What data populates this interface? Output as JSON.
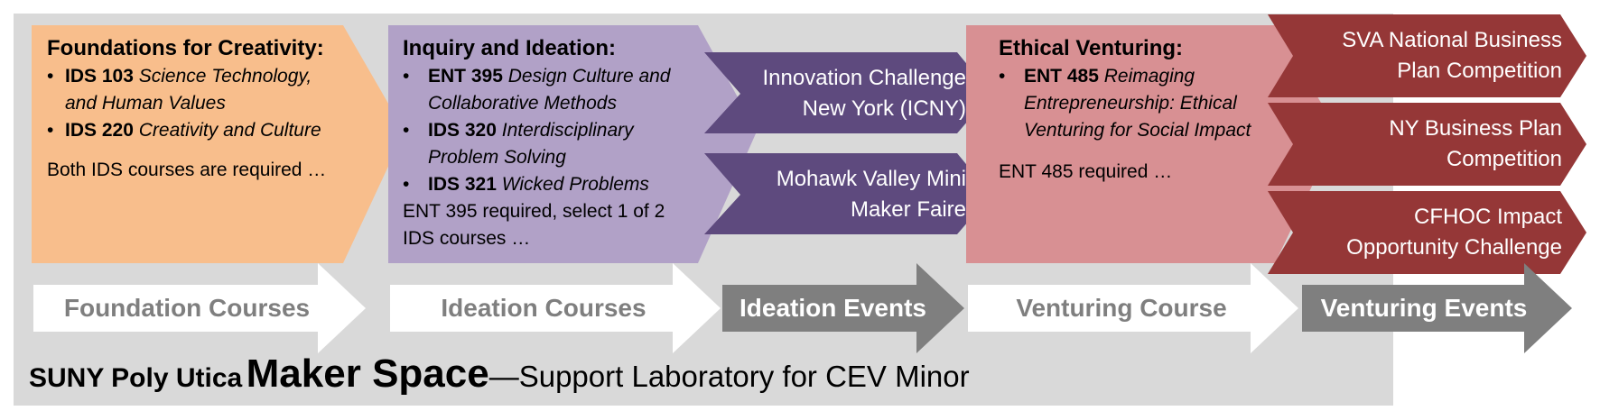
{
  "colors": {
    "panel": "#d9d9d9",
    "foundation": "#f8be8c",
    "ideation": "#b1a1c7",
    "ideation_event": "#5e4a7e",
    "venturing": "#d89093",
    "venturing_event": "#953737",
    "label_light_fill": "#ffffff",
    "label_dark_fill": "#7f7f7f",
    "light_text": "#7f7f7f"
  },
  "foundations": {
    "heading": "Foundations for Creativity:",
    "items": [
      {
        "code": "IDS 103",
        "title": "Science Technology, and Human Values"
      },
      {
        "code": "IDS 220",
        "title": "Creativity and Culture"
      }
    ],
    "note": "Both IDS courses are required …"
  },
  "ideation": {
    "heading": "Inquiry and Ideation:",
    "items": [
      {
        "code": "ENT 395",
        "title": "Design Culture and Collaborative Methods"
      },
      {
        "code": "IDS 320",
        "title": "Interdisciplinary Problem Solving"
      },
      {
        "code": "IDS 321",
        "title": "Wicked Problems"
      }
    ],
    "note": "ENT 395 required, select 1 of 2 IDS courses …"
  },
  "ideation_events": [
    "Innovation Challenge New York (ICNY)",
    "Mohawk Valley Mini Maker Faire"
  ],
  "venturing": {
    "heading": "Ethical Venturing:",
    "items": [
      {
        "code": "ENT 485",
        "title": "Reimaging Entrepreneurship: Ethical Venturing for Social Impact"
      }
    ],
    "note": "ENT 485 required …"
  },
  "venturing_events": [
    "SVA National Business Plan Competition",
    "NY Business Plan Competition",
    "CFHOC Impact Opportunity Challenge"
  ],
  "stage_labels": [
    "Foundation Courses",
    "Ideation Courses",
    "Ideation Events",
    "Venturing Course",
    "Venturing Events"
  ],
  "footer": {
    "prefix": "SUNY Poly Utica",
    "emphasis": "Maker Space",
    "suffix": "—Support Laboratory for CEV Minor"
  }
}
